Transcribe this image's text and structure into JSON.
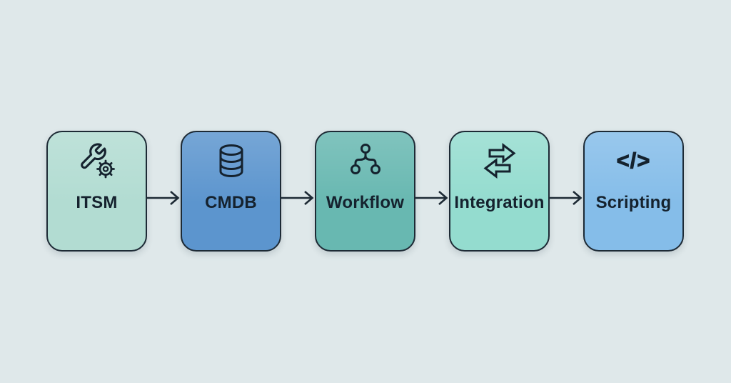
{
  "page": {
    "background": "#dfe8ea"
  },
  "diagram": {
    "title": "",
    "border_color": "#1d2a35",
    "text_color": "#15222e",
    "arrow_color": "#1d2a35",
    "nodes": [
      {
        "label": "ITSM",
        "icon": "wrench-gear-icon",
        "fill": "#b2dcd2"
      },
      {
        "label": "CMDB",
        "icon": "database-icon",
        "fill": "#5c95ce"
      },
      {
        "label": "Workflow",
        "icon": "hierarchy-icon",
        "fill": "#68b8b1"
      },
      {
        "label": "Integration",
        "icon": "swap-arrows-icon",
        "fill": "#94dccf"
      },
      {
        "label": "Scripting",
        "icon": "code-icon",
        "fill": "#85bde9",
        "glyph": "</>"
      }
    ],
    "flow_order": "ITSM → CMDB → Workflow → Integration → Scripting"
  }
}
